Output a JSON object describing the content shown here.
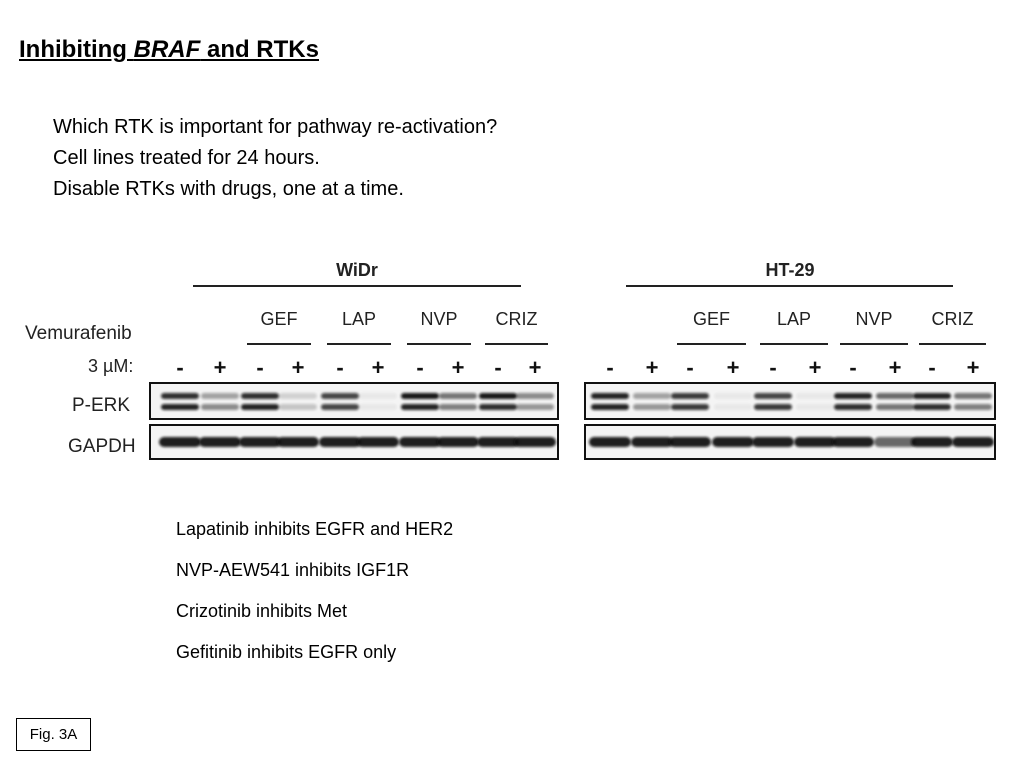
{
  "slide": {
    "title_prefix": "Inhibiting ",
    "title_italic": "BRAF",
    "title_suffix": " and RTKs",
    "intro_lines": [
      "Which RTK is important for pathway re-activation?",
      "Cell lines treated for 24 hours.",
      "Disable RTKs with drugs, one at a time."
    ],
    "notes": [
      "Lapatinib inhibits EGFR and HER2",
      "NVP-AEW541 inhibits IGF1R",
      "Crizotinib inhibits Met",
      "Gefitinib inhibits EGFR only"
    ],
    "fig_label": "Fig. 3A"
  },
  "blot": {
    "row_labels": {
      "treatment": "Vemurafenib",
      "dose": "3 µM:",
      "perk": "P-ERK",
      "gapdh": "GAPDH"
    },
    "cell_lines": [
      "WiDr",
      "HT-29"
    ],
    "drug_groups": [
      "GEF",
      "LAP",
      "NVP",
      "CRIZ"
    ],
    "lane_signs": [
      "-",
      "+",
      "-",
      "+",
      "-",
      "+",
      "-",
      "+",
      "-",
      "+"
    ]
  }
}
